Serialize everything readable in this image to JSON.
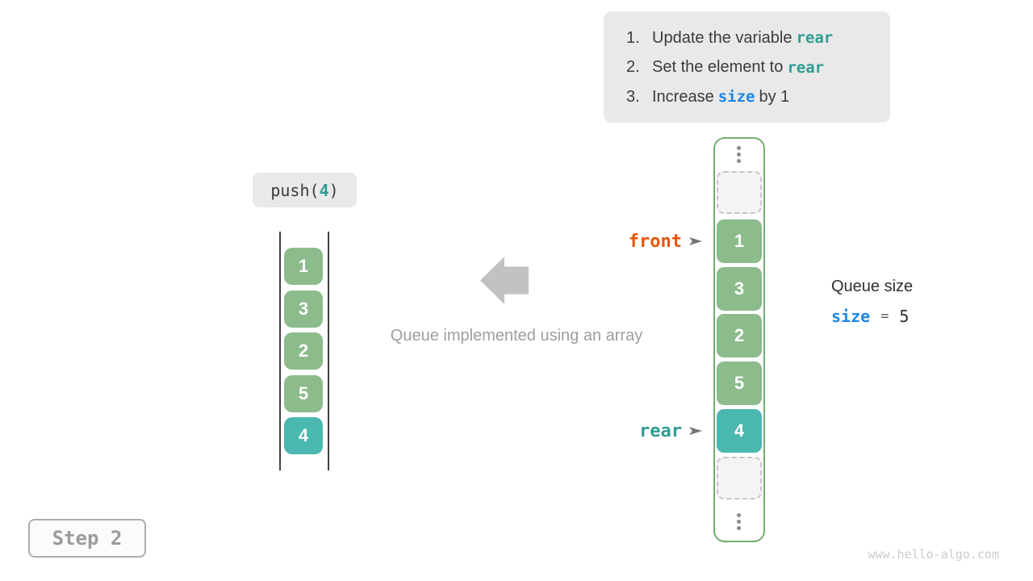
{
  "instructions": {
    "items": [
      {
        "num": "1.",
        "pre": "Update the variable",
        "code": "rear",
        "post": ""
      },
      {
        "num": "2.",
        "pre": "Set the element to",
        "code": "rear",
        "post": ""
      },
      {
        "num": "3.",
        "pre": "Increase",
        "code": "size",
        "post": "by 1"
      }
    ]
  },
  "push_label": {
    "fn": "push(",
    "arg": "4",
    "close": ")"
  },
  "left_stack": {
    "values": [
      "1",
      "3",
      "2",
      "5",
      "4"
    ],
    "highlight_value": "4"
  },
  "caption": "Queue implemented using an array",
  "queue_array": {
    "values": [
      "1",
      "3",
      "2",
      "5",
      "4"
    ],
    "highlight_value": "4",
    "empty_slots": 2
  },
  "pointers": {
    "front_label": "front",
    "rear_label": "rear"
  },
  "size_panel": {
    "title": "Queue size",
    "variable": "size",
    "equals": "=",
    "value": "5"
  },
  "step_badge": "Step 2",
  "watermark": "www.hello-algo.com",
  "colors": {
    "green": "#8CBB8C",
    "teal": "#4BB8B0",
    "green-border": "#72AE72",
    "orange": "#E8560E",
    "teal-text": "#2F9D92",
    "blue": "#1E88E5",
    "arrow-gray": "#C2C2C2",
    "panel-bg": "#E9E9E9"
  }
}
